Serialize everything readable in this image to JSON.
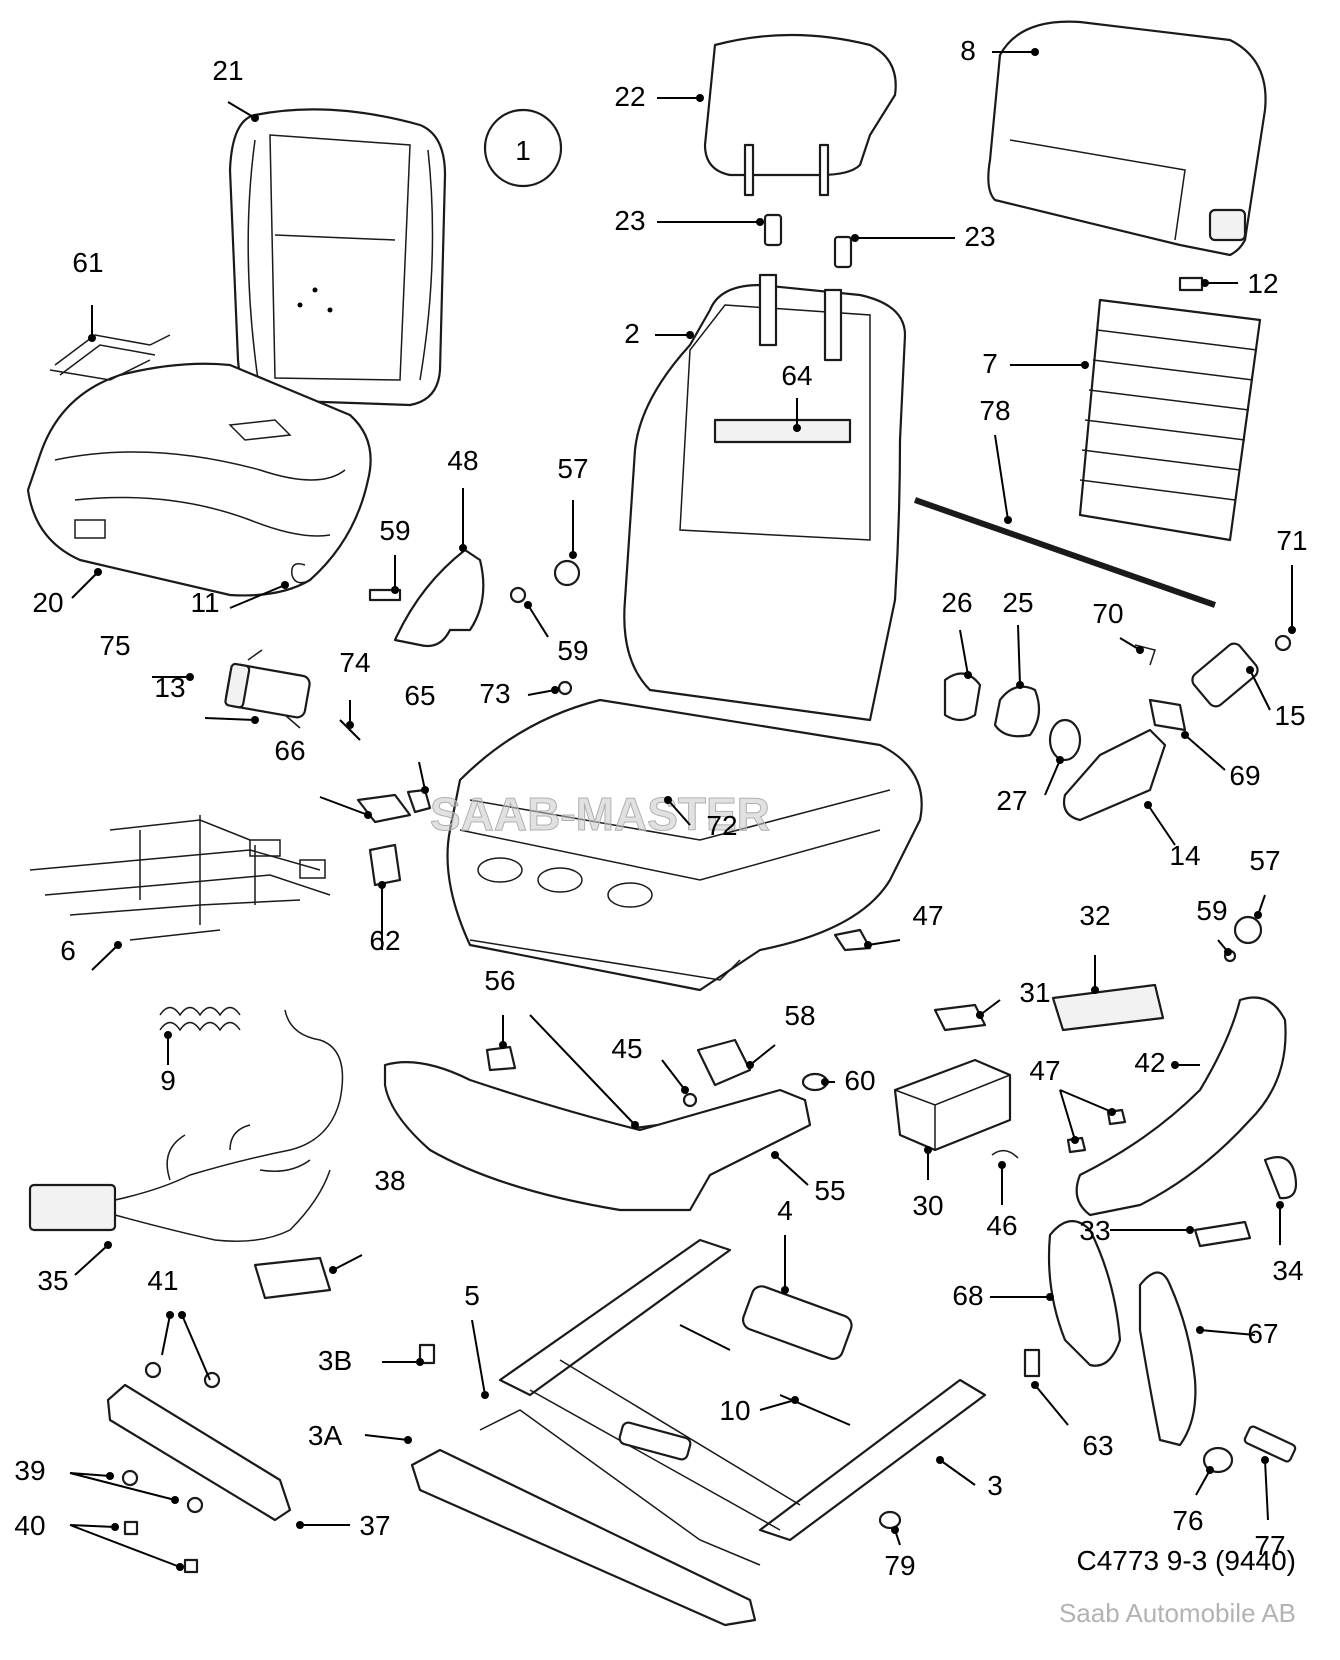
{
  "diagram": {
    "view_number": "1",
    "watermark": "SAAB-MASTER",
    "drawing_code": "C4773 9-3 (9440)",
    "company": "Saab Automobile AB",
    "callouts": [
      "21",
      "61",
      "20",
      "11",
      "75",
      "13",
      "74",
      "66",
      "65",
      "62",
      "6",
      "9",
      "35",
      "38",
      "41",
      "39",
      "40",
      "37",
      "22",
      "23",
      "23",
      "2",
      "64",
      "57",
      "48",
      "59",
      "59",
      "73",
      "72",
      "56",
      "45",
      "58",
      "60",
      "55",
      "4",
      "5",
      "3B",
      "3A",
      "10",
      "3",
      "79",
      "8",
      "12",
      "7",
      "78",
      "71",
      "70",
      "26",
      "25",
      "27",
      "14",
      "15",
      "69",
      "57",
      "59",
      "32",
      "47",
      "31",
      "42",
      "47",
      "30",
      "46",
      "68",
      "63",
      "76",
      "33",
      "34",
      "67",
      "77"
    ]
  }
}
